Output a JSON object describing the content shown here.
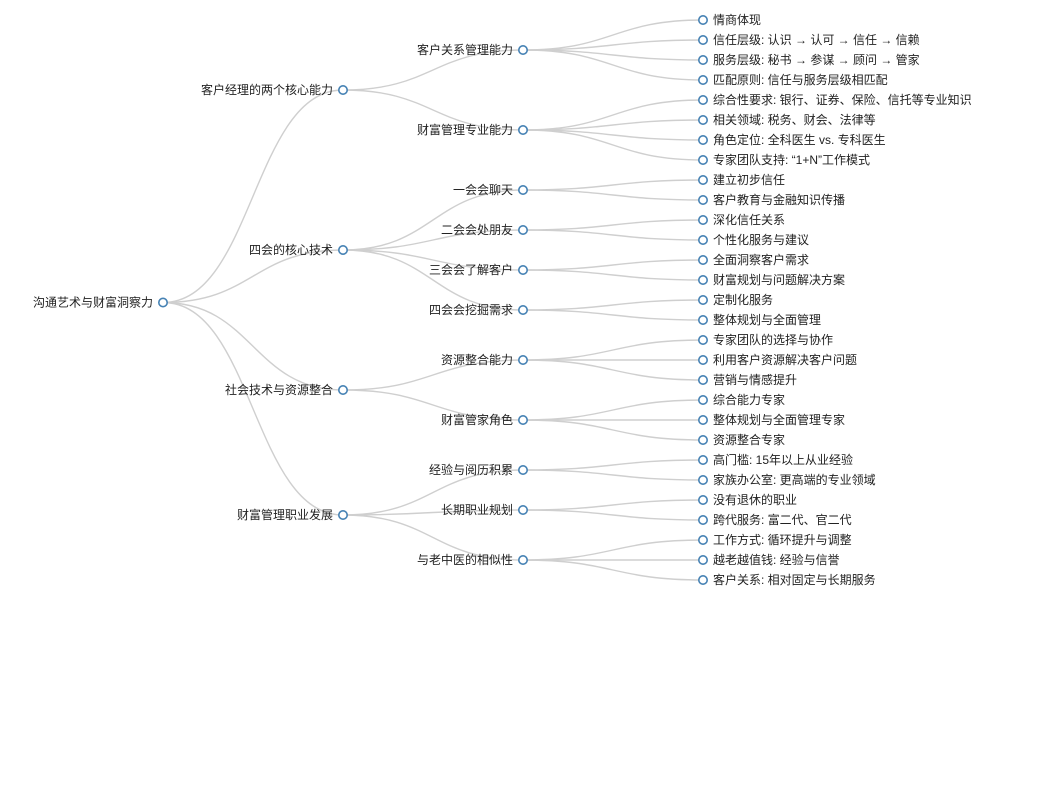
{
  "mindmap": {
    "root": {
      "label": "沟通艺术与财富洞察力",
      "children": [
        {
          "label": "客户经理的两个核心能力",
          "children": [
            {
              "label": "客户关系管理能力",
              "children": [
                {
                  "label": "情商体现"
                },
                {
                  "label": "信任层级: 认识 → 认可 → 信任 → 信赖"
                },
                {
                  "label": "服务层级: 秘书 → 参谋 → 顾问 → 管家"
                },
                {
                  "label": "匹配原则: 信任与服务层级相匹配"
                }
              ]
            },
            {
              "label": "财富管理专业能力",
              "children": [
                {
                  "label": "综合性要求: 银行、证券、保险、信托等专业知识"
                },
                {
                  "label": "相关领域: 税务、财会、法律等"
                },
                {
                  "label": "角色定位: 全科医生 vs. 专科医生"
                },
                {
                  "label": "专家团队支持: “1+N”工作模式"
                }
              ]
            }
          ]
        },
        {
          "label": "四会的核心技术",
          "children": [
            {
              "label": "一会会聊天",
              "children": [
                {
                  "label": "建立初步信任"
                },
                {
                  "label": "客户教育与金融知识传播"
                }
              ]
            },
            {
              "label": "二会会处朋友",
              "children": [
                {
                  "label": "深化信任关系"
                },
                {
                  "label": "个性化服务与建议"
                }
              ]
            },
            {
              "label": "三会会了解客户",
              "children": [
                {
                  "label": "全面洞察客户需求"
                },
                {
                  "label": "财富规划与问题解决方案"
                }
              ]
            },
            {
              "label": "四会会挖掘需求",
              "children": [
                {
                  "label": "定制化服务"
                },
                {
                  "label": "整体规划与全面管理"
                }
              ]
            }
          ]
        },
        {
          "label": "社会技术与资源整合",
          "children": [
            {
              "label": "资源整合能力",
              "children": [
                {
                  "label": "专家团队的选择与协作"
                },
                {
                  "label": "利用客户资源解决客户问题"
                },
                {
                  "label": "营销与情感提升"
                }
              ]
            },
            {
              "label": "财富管家角色",
              "children": [
                {
                  "label": "综合能力专家"
                },
                {
                  "label": "整体规划与全面管理专家"
                },
                {
                  "label": "资源整合专家"
                }
              ]
            }
          ]
        },
        {
          "label": "财富管理职业发展",
          "children": [
            {
              "label": "经验与阅历积累",
              "children": [
                {
                  "label": "高门槛: 15年以上从业经验"
                },
                {
                  "label": "家族办公室: 更高端的专业领域"
                }
              ]
            },
            {
              "label": "长期职业规划",
              "children": [
                {
                  "label": "没有退休的职业"
                },
                {
                  "label": "跨代服务: 富二代、官二代"
                }
              ]
            },
            {
              "label": "与老中医的相似性",
              "children": [
                {
                  "label": "工作方式: 循环提升与调整"
                },
                {
                  "label": "越老越值钱: 经验与信誉"
                },
                {
                  "label": "客户关系: 相对固定与长期服务"
                }
              ]
            }
          ]
        }
      ]
    }
  }
}
